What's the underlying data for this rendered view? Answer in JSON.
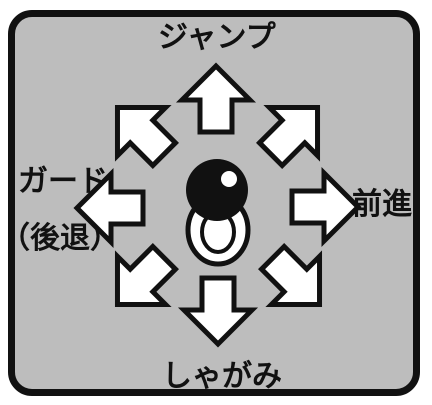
{
  "directions": {
    "up": "ジャンプ",
    "down": "しゃがみ",
    "right": "前進",
    "left_line1": "ガード",
    "left_line2": "（後退）"
  },
  "colors": {
    "background": "#bdbdbd",
    "outline": "#111111",
    "arrow_fill": "#ffffff",
    "ball": "#111111"
  }
}
